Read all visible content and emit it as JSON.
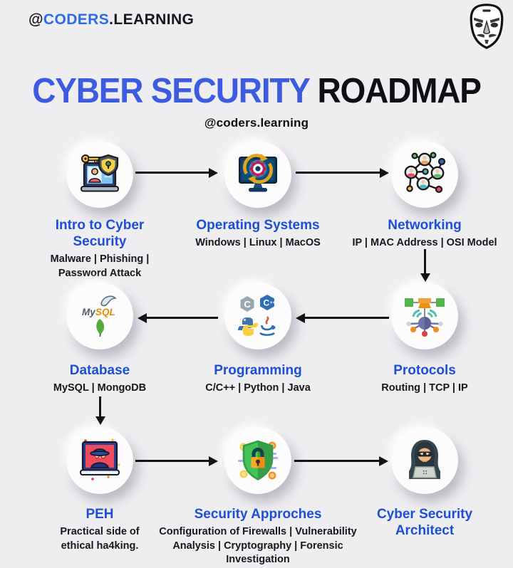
{
  "header": {
    "brand_at": "@",
    "brand_name": "CODERS",
    "brand_suffix": ".LEARNING",
    "mask_icon": "guy-fawkes-mask-icon"
  },
  "title": {
    "accent_text": "CYBER SECURITY",
    "rest_text": " ROADMAP",
    "handle": "@coders.learning"
  },
  "colors": {
    "bg": "#eeedf0",
    "blue": "#1d4fd6",
    "title-blue": "#3c5be0",
    "header-blue": "#2d6ce4",
    "ink": "#16181c",
    "arrow": "#141414"
  },
  "nodes": [
    {
      "id": "intro",
      "title": "Intro to Cyber Security",
      "subtitle": "Malware | Phishing | Password Attack",
      "icon": "laptop-key-shield-icon"
    },
    {
      "id": "operating-systems",
      "title": "Operating Systems",
      "subtitle": "Windows | Linux | MacOS",
      "icon": "monitor-gear-sync-icon"
    },
    {
      "id": "networking",
      "title": "Networking",
      "subtitle": "IP | MAC Address | OSI Model",
      "icon": "connected-people-network-icon"
    },
    {
      "id": "database",
      "title": "Database",
      "subtitle": "MySQL | MongoDB",
      "icon": "mysql-mongodb-icon"
    },
    {
      "id": "programming",
      "title": "Programming",
      "subtitle": "C/C++ | Python | Java",
      "icon": "c-cpp-python-java-icon"
    },
    {
      "id": "protocols",
      "title": "Protocols",
      "subtitle": "Routing | TCP | IP",
      "icon": "network-hub-signal-icon"
    },
    {
      "id": "peh",
      "title": "PEH",
      "subtitle": "Practical side of ethical ha4king.",
      "icon": "spy-laptop-icon"
    },
    {
      "id": "security-approaches",
      "title": "Security Approches",
      "subtitle": "Configuration of Firewalls | Vulnerability Analysis | Cryptography | Forensic Investigation",
      "icon": "shield-padlock-icon"
    },
    {
      "id": "cyber-security-architect",
      "title": "Cyber Security Architect",
      "subtitle": "",
      "icon": "hooded-hacker-laptop-icon"
    }
  ],
  "edges": [
    {
      "from": "intro",
      "to": "operating-systems"
    },
    {
      "from": "operating-systems",
      "to": "networking"
    },
    {
      "from": "networking",
      "to": "protocols"
    },
    {
      "from": "protocols",
      "to": "programming"
    },
    {
      "from": "programming",
      "to": "database"
    },
    {
      "from": "database",
      "to": "peh"
    },
    {
      "from": "peh",
      "to": "security-approaches"
    },
    {
      "from": "security-approaches",
      "to": "cyber-security-architect"
    }
  ],
  "logos": {
    "mysql_my": "My",
    "mysql_sql": "SQL",
    "c_letter": "C",
    "cpp_letter": "C",
    "cpp_plus": "++"
  }
}
